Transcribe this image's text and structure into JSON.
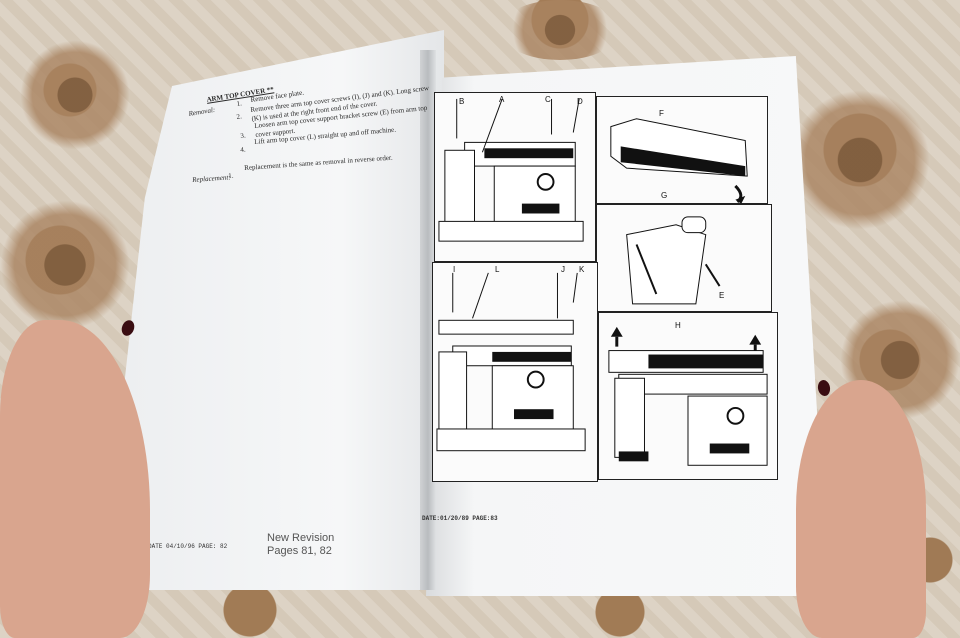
{
  "left_page": {
    "heading": "ARM TOP COVER **",
    "removal_label": "Removal:",
    "steps": [
      {
        "num": "1.",
        "text": "Remove face plate."
      },
      {
        "num": "2.",
        "text": "Remove three arm top cover screws (I), (J) and (K).  Long screw (K) is used at the right front end of the cover."
      },
      {
        "num": "3.",
        "text": "Loosen arm top cover support bracket screw (E) from arm top cover support."
      },
      {
        "num": "4.",
        "text": "Lift arm top cover (L) straight up and off machine."
      }
    ],
    "replacement_label": "Replacement:",
    "replacement_num": "1.",
    "replacement_text": "Replacement is the same as removal in reverse order.",
    "footer": "DATE 04/10/96  PAGE: 82",
    "revision_line1": "New Revision",
    "revision_line2": "Pages 81, 82"
  },
  "right_page": {
    "footer": "DATE:01/20/89     PAGE:83",
    "panel_labels": {
      "top_left": [
        "B",
        "A",
        "C",
        "D"
      ],
      "top_right": [
        "F",
        "G"
      ],
      "mid_right": [
        "E"
      ],
      "bottom_left": [
        "I",
        "L",
        "J",
        "K"
      ],
      "bottom_right": [
        "H"
      ]
    }
  },
  "colors": {
    "nail_polish": "#3a0d12",
    "skin": "#d9a58e",
    "page": "#f4f5f6",
    "cloth_pattern": "#a37c57"
  }
}
